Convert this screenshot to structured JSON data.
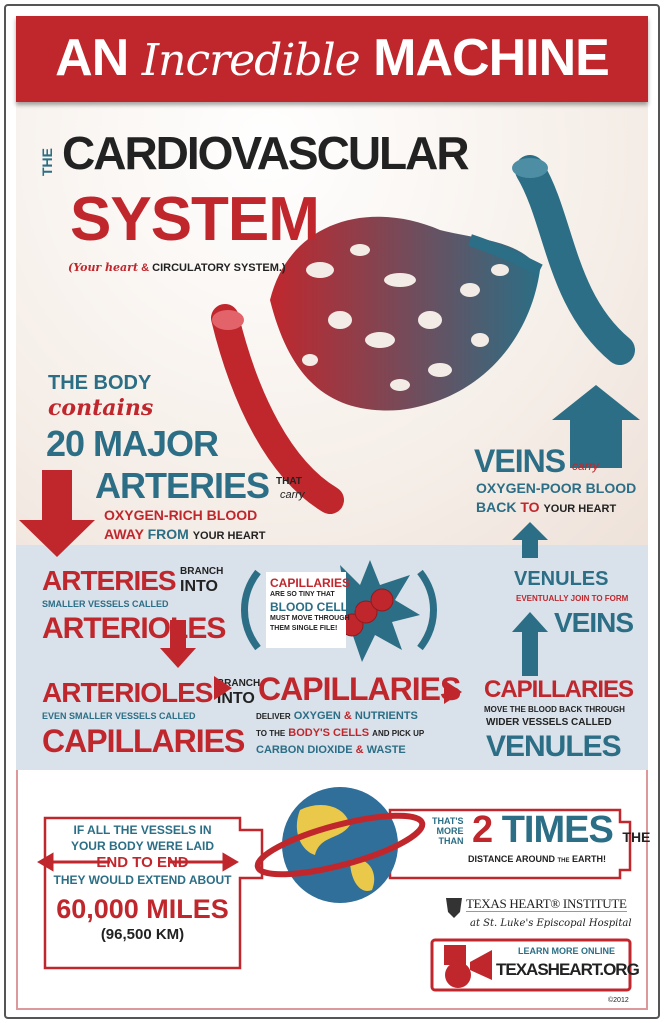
{
  "title": {
    "pre": "AN",
    "script": "Incredible",
    "post": "MACHINE"
  },
  "heading": {
    "the": "THE",
    "main": "CARDIOVASCULAR",
    "system": "SYSTEM",
    "sub_open": "(Your heart",
    "amp": "&",
    "sub_rest": "CIRCULATORY SYSTEM.)"
  },
  "arteries": {
    "l1": "THE BODY",
    "l2": "contains",
    "l3": "20 MAJOR",
    "l4": "ARTERIES",
    "that": "THAT",
    "carry": "carry",
    "l5": "OXYGEN-RICH BLOOD",
    "away": "AWAY",
    "from": "FROM",
    "your": "YOUR HEART"
  },
  "veins": {
    "title": "VEINS",
    "carry": "carry",
    "l1": "OXYGEN-POOR BLOOD",
    "back": "BACK",
    "to": "TO",
    "your": "YOUR HEART"
  },
  "band": {
    "a1": "ARTERIES",
    "a1b": "BRANCH",
    "a1c": "INTO",
    "a2": "SMALLER VESSELS CALLED",
    "a3": "ARTERIOLES",
    "b1": "ARTERIOLES",
    "b1b": "BRANCH",
    "b1c": "INTO",
    "b2": "EVEN SMALLER VESSELS CALLED",
    "b3": "CAPILLARIES",
    "fact": {
      "l1": "CAPILLARIES",
      "l2": "ARE SO TINY THAT",
      "l3": "BLOOD CELLS",
      "l4": "MUST MOVE THROUGH",
      "l5": "THEM SINGLE FILE!"
    },
    "c1": "CAPILLARIES",
    "c2a": "DELIVER",
    "c2b": "OXYGEN",
    "c2c": "&",
    "c2d": "NUTRIENTS",
    "c3a": "TO THE",
    "c3b": "BODY'S CELLS",
    "c3c": "AND PICK UP",
    "c4a": "CARBON DIOXIDE",
    "c4b": "&",
    "c4c": "WASTE",
    "d1": "CAPILLARIES",
    "d2": "MOVE THE BLOOD BACK THROUGH",
    "d3": "WIDER VESSELS CALLED",
    "d4": "VENULES",
    "e1": "VENULES",
    "e2": "EVENTUALLY JOIN TO FORM",
    "e3": "VEINS"
  },
  "miles": {
    "l1": "IF ALL THE VESSELS IN",
    "l2": "YOUR BODY WERE LAID",
    "l3": "END TO END",
    "l4": "THEY WOULD EXTEND ABOUT",
    "l5": "60,000 MILES",
    "l6": "(96,500 KM)"
  },
  "times": {
    "a": "THAT'S",
    "b": "MORE",
    "c": "THAN",
    "num": "2",
    "times": "TIMES",
    "the": "THE",
    "l2a": "DISTANCE AROUND",
    "l2b": "THE",
    "l2c": "EARTH!"
  },
  "institute": {
    "name": "TEXAS HEART® INSTITUTE",
    "sub": "at St. Luke's Episcopal Hospital"
  },
  "cta": {
    "label": "LEARN MORE ONLINE",
    "url": "TEXASHEART.ORG"
  },
  "copyright": "©2012",
  "colors": {
    "red": "#c0272d",
    "teal": "#2b6e85",
    "band": "#d9e1ea"
  }
}
